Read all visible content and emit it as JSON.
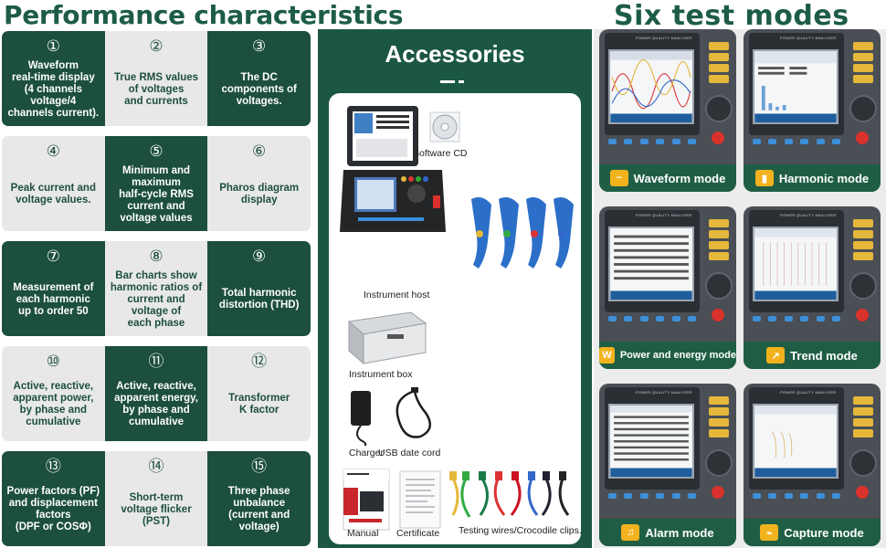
{
  "performance": {
    "title": "Performance characteristics",
    "groups": [
      [
        {
          "num": "①",
          "text": "Waveform\nreal-time display\n(4 channels\nvoltage/4\nchannels current)."
        },
        {
          "num": "②",
          "text": "True RMS values\nof voltages\nand currents"
        },
        {
          "num": "③",
          "text": "The DC\ncomponents of\nvoltages."
        }
      ],
      [
        {
          "num": "④",
          "text": "Peak current and\nvoltage values."
        },
        {
          "num": "⑤",
          "text": "Minimum and\nmaximum\nhalf-cycle RMS\ncurrent and\nvoltage values"
        },
        {
          "num": "⑥",
          "text": "Pharos diagram\ndisplay"
        }
      ],
      [
        {
          "num": "⑦",
          "text": "Measurement of\neach harmonic\nup to order 50"
        },
        {
          "num": "⑧",
          "text": "Bar charts show\nharmonic ratios of\ncurrent and\nvoltage of\neach phase"
        },
        {
          "num": "⑨",
          "text": "Total harmonic\ndistortion (THD)"
        }
      ],
      [
        {
          "num": "⑩",
          "text": "Active, reactive,\napparent power,\nby phase and\ncumulative"
        },
        {
          "num": "⑪",
          "text": "Active, reactive,\napparent energy,\nby phase and\ncumulative"
        },
        {
          "num": "⑫",
          "text": "Transformer\nK factor"
        }
      ],
      [
        {
          "num": "⑬",
          "text": "Power factors (PF)\nand displacement\nfactors\n(DPF or COSΦ)"
        },
        {
          "num": "⑭",
          "text": "Short-term\nvoltage flicker\n(PST)"
        },
        {
          "num": "⑮",
          "text": "Three phase\nunbalance\n(current and\nvoltage)"
        }
      ]
    ]
  },
  "accessories": {
    "title": "Accessories",
    "items": {
      "software_cd": "Software CD",
      "instrument_host": "Instrument host",
      "instrument_box": "Instrument box",
      "charger": "Charger",
      "usb_cord": "USB date cord",
      "manual": "Manual",
      "certificate": "Certificate",
      "test_wires": "Testing wires/Crocodile clips."
    }
  },
  "modes": {
    "title": "Six test modes",
    "brand": "POWER QUALITY ANALYZER",
    "list": [
      {
        "label": "Waveform mode",
        "icon": "waveform-icon"
      },
      {
        "label": "Harmonic mode",
        "icon": "bar-chart-icon"
      },
      {
        "label": "Power and energy mode",
        "icon": "power-w-icon",
        "icon_text": "W"
      },
      {
        "label": "Trend mode",
        "icon": "trend-icon"
      },
      {
        "label": "Alarm mode",
        "icon": "bell-icon"
      },
      {
        "label": "Capture mode",
        "icon": "capture-icon"
      }
    ]
  },
  "colors": {
    "dark_green": "#1c4f3c",
    "light_gray": "#e8e8e8",
    "accent_yellow": "#f2b21d"
  }
}
